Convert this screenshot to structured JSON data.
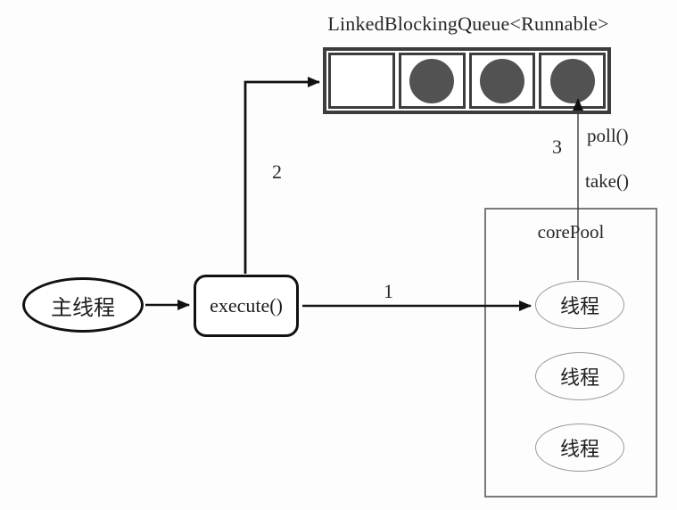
{
  "title": "LinkedBlockingQueue<Runnable>",
  "queue": {
    "cells": [
      "empty",
      "filled",
      "filled",
      "filled"
    ]
  },
  "main_thread": {
    "label": "主线程"
  },
  "execute": {
    "label": "execute()"
  },
  "core_pool": {
    "label": "corePool",
    "threads": [
      "线程",
      "线程",
      "线程"
    ]
  },
  "flow": {
    "step1": "1",
    "step2": "2",
    "step3": "3",
    "poll": "poll()",
    "take": "take()"
  },
  "colors": {
    "task_fill": "#525252",
    "queue_border": "#3d3d3d",
    "pool_border": "#7a7a7a",
    "line": "#111111"
  }
}
